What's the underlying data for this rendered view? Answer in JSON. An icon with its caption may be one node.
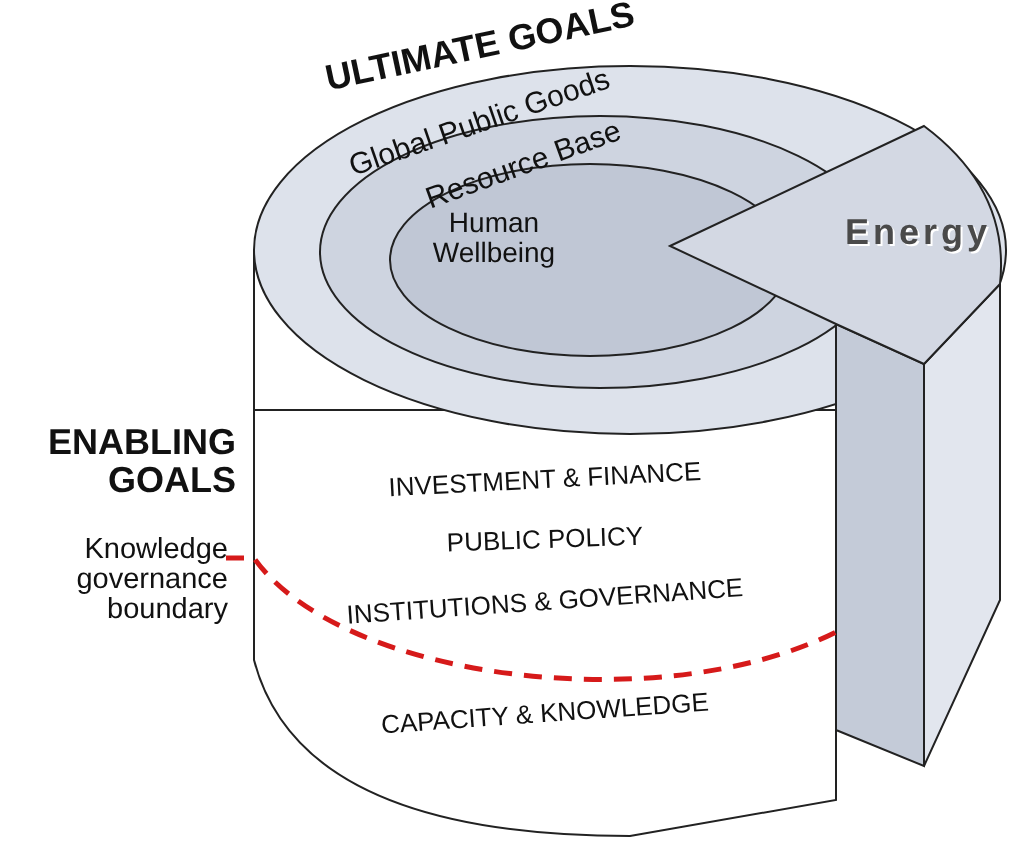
{
  "diagram": {
    "nodes": [
      {
        "text": [
          "Global Public Goods"
        ]
      },
      {
        "text": [
          "Resource Base"
        ],
        "in": 0
      },
      {
        "text": [
          "Human Wellbeing"
        ],
        "in": 1
      },
      {
        "text": [
          "Energy"
        ]
      },
      {
        "text": [
          "INVESTMENT & FINANCE",
          "PUBLIC POLICY",
          "INSTITUTIONS & GOVERNANCE",
          "CAPACITY & KNOWLEDGE"
        ],
        "beside": [
          "ENABLING GOALS",
          "Knowledge governance boundary"
        ]
      }
    ],
    "labels": [
      "ULTIMATE GOALS"
    ]
  }
}
